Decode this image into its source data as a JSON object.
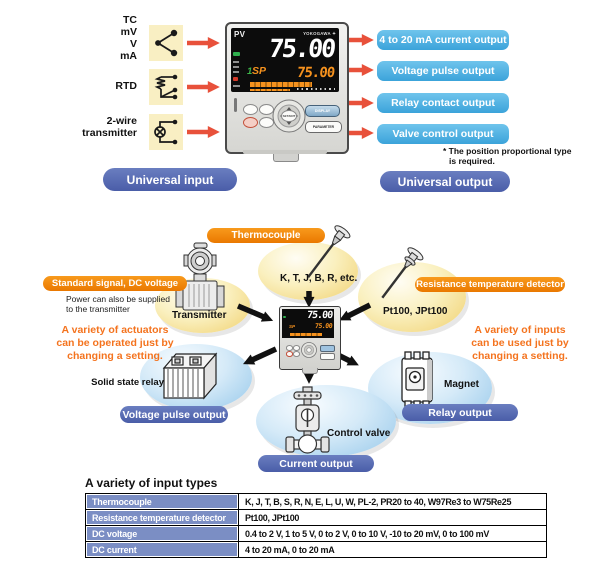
{
  "top": {
    "inputs": {
      "tc": {
        "l0": "TC",
        "l1": "mV",
        "l2": "V",
        "l3": "mA"
      },
      "rtd": {
        "l0": "RTD"
      },
      "twire": {
        "l0": "2-wire",
        "l1": "transmitter"
      }
    },
    "outputs": [
      "4 to 20 mA current output",
      "Voltage pulse output",
      "Relay contact output",
      "Valve control output"
    ],
    "note_line1": "* The position proportional type",
    "note_line2": "is required.",
    "universal_input": "Universal input",
    "universal_output": "Universal output"
  },
  "device": {
    "brand": "YOKOGAWA",
    "brand_mark": "✦",
    "pv_label": "PV",
    "pv_value": "75.00",
    "sp_group": "1",
    "sp_label": "SP",
    "sp_value": "75.00",
    "buttons": {
      "display": "DISPLAY",
      "parameter": "PARAMETER",
      "set_ent": "SET/ENT"
    }
  },
  "diagram": {
    "thermocouple": {
      "title": "Thermocouple",
      "types": "K, T, J, B, R, etc."
    },
    "standard_signal": {
      "title": "Standard signal, DC voltage",
      "note1": "Power can also be supplied",
      "note2": "to the transmitter",
      "device": "Transmitter"
    },
    "rtd": {
      "title": "Resistance temperature detector",
      "types": "Pt100, JPt100"
    },
    "left_callout": {
      "l0": "A variety of actuators",
      "l1": "can be operated just by",
      "l2": "changing a setting."
    },
    "right_callout": {
      "l0": "A variety of inputs",
      "l1": "can be used just by",
      "l2": "changing a setting."
    },
    "ssr": {
      "device": "Solid state relay",
      "output": "Voltage pulse output"
    },
    "magnet": {
      "device": "Magnet",
      "output": "Relay output"
    },
    "valve": {
      "device": "Control valve",
      "output": "Current output"
    }
  },
  "table": {
    "title": "A variety of input types",
    "rows": [
      {
        "label": "Thermocouple",
        "value": "K, J, T, B, S, R, N, E, L, U, W, PL-2, PR20 to 40, W97Re3 to W75Re25"
      },
      {
        "label": "Resistance temperature detector",
        "value": "Pt100, JPt100"
      },
      {
        "label": "DC voltage",
        "value": "0.4 to 2 V, 1 to 5 V, 0 to 2 V, 0 to 10 V, -10 to 20 mV, 0 to 100 mV"
      },
      {
        "label": "DC current",
        "value": "4 to 20 mA, 0 to 20 mA"
      }
    ]
  },
  "colors": {
    "orange_pill": "#f08300",
    "blue_pill": "#5468b0",
    "light_blue_button": "#54b3e4",
    "table_header": "#7b8ec4",
    "arrow_red": "#e8513b",
    "callout_orange": "#f4731e",
    "display_orange": "#f6921e",
    "yellow_box": "#f9efc3"
  }
}
